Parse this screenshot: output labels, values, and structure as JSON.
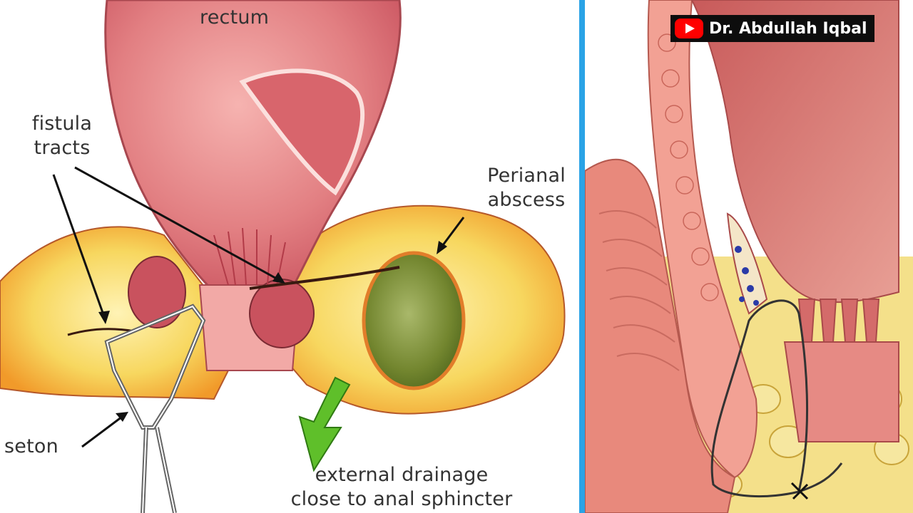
{
  "labels": {
    "rectum": "rectum",
    "fistula_tracts": [
      "fistula",
      "tracts"
    ],
    "perianal_abscess": [
      "Perianal",
      "abscess"
    ],
    "seton": "seton",
    "drainage": [
      "external drainage",
      "close to anal sphincter"
    ]
  },
  "watermark": {
    "icon": "youtube-play-icon",
    "text": "Dr. Abdullah Iqbal"
  },
  "colors": {
    "divider": "#2aa3e6",
    "rectum_wall": "#e58a8c",
    "rectum_inner": "#d9656d",
    "fat": "#f6d35a",
    "abscess": "#7c8f3a",
    "arrow_green": "#5fbf2a",
    "badge_bg": "#0d0d0d",
    "youtube_red": "#ff0000"
  }
}
